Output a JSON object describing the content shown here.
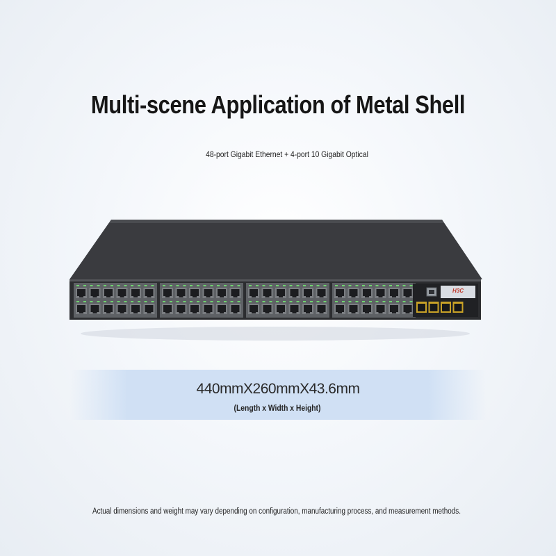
{
  "headline": "Multi-scene Application of Metal Shell",
  "subheadline": "48-port Gigabit Ethernet + 4-port 10 Gigabit Optical",
  "product": {
    "brand_logo": "H3C",
    "rj45_port_count": 48,
    "sfp_port_count": 4
  },
  "dimensions": {
    "value": "440mmX260mmX43.6mm",
    "note": "(Length x Width x Height)"
  },
  "disclaimer": "Actual dimensions and weight may vary depending on configuration, manufacturing process, and measurement methods.",
  "colors": {
    "background": "#f4f7fb",
    "band": "#cedff4",
    "chassis": "#2c2d30",
    "chassis_top": "#3a3b3f",
    "port_face": "#7b7e82",
    "led_green": "#6fd36f"
  }
}
